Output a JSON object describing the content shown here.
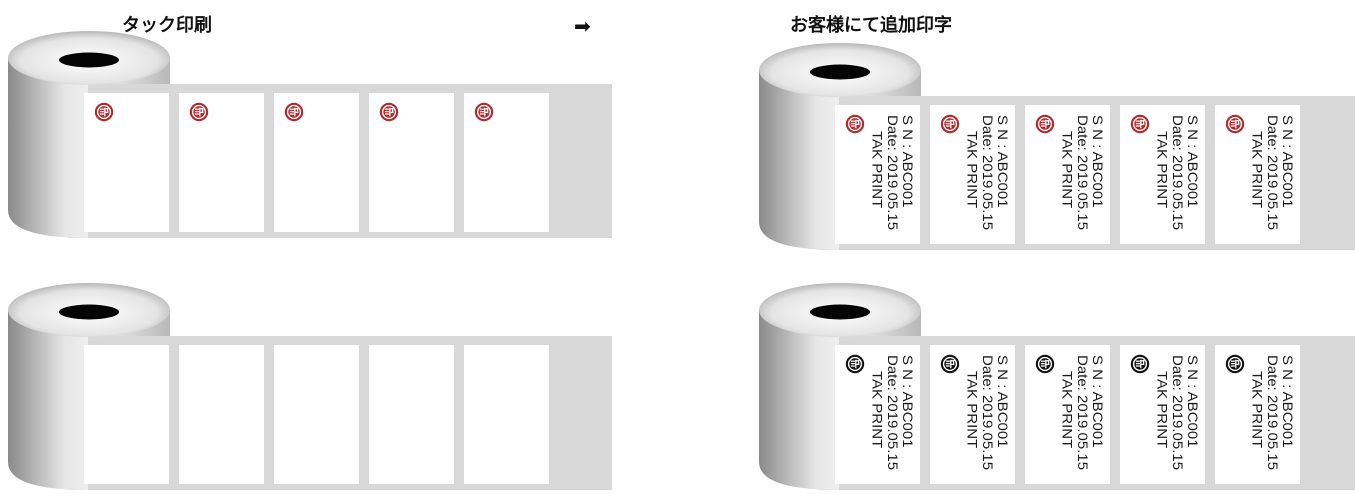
{
  "headings": {
    "left": "タック印刷",
    "arrow": "➡",
    "right": "お客様にて追加印字"
  },
  "colors": {
    "roll_fill": "#d8d8d8",
    "roll_shade_dark": "#8a8a8a",
    "roll_shade_light": "#e6e6e6",
    "core_hole": "#050505",
    "label_fill": "#ffffff",
    "logo_red": "#b5262a",
    "logo_black": "#111111"
  },
  "rolls": [
    {
      "name": "roll-top-left",
      "logo_icon": "tak-logo-icon",
      "logo_color": "red",
      "label_count": 5,
      "printed": false
    },
    {
      "name": "roll-bottom-left",
      "logo_icon": null,
      "label_count": 5,
      "printed": false
    },
    {
      "name": "roll-top-right",
      "logo_icon": "tak-logo-icon",
      "logo_color": "red",
      "label_count": 5,
      "printed": true
    },
    {
      "name": "roll-bottom-right",
      "logo_icon": "tak-logo-icon",
      "logo_color": "black",
      "label_count": 5,
      "printed": true
    }
  ],
  "label_text": {
    "sn": "S N :  ABC001",
    "date": "Date:  2019.05.15",
    "company": "TAK PRINT"
  }
}
